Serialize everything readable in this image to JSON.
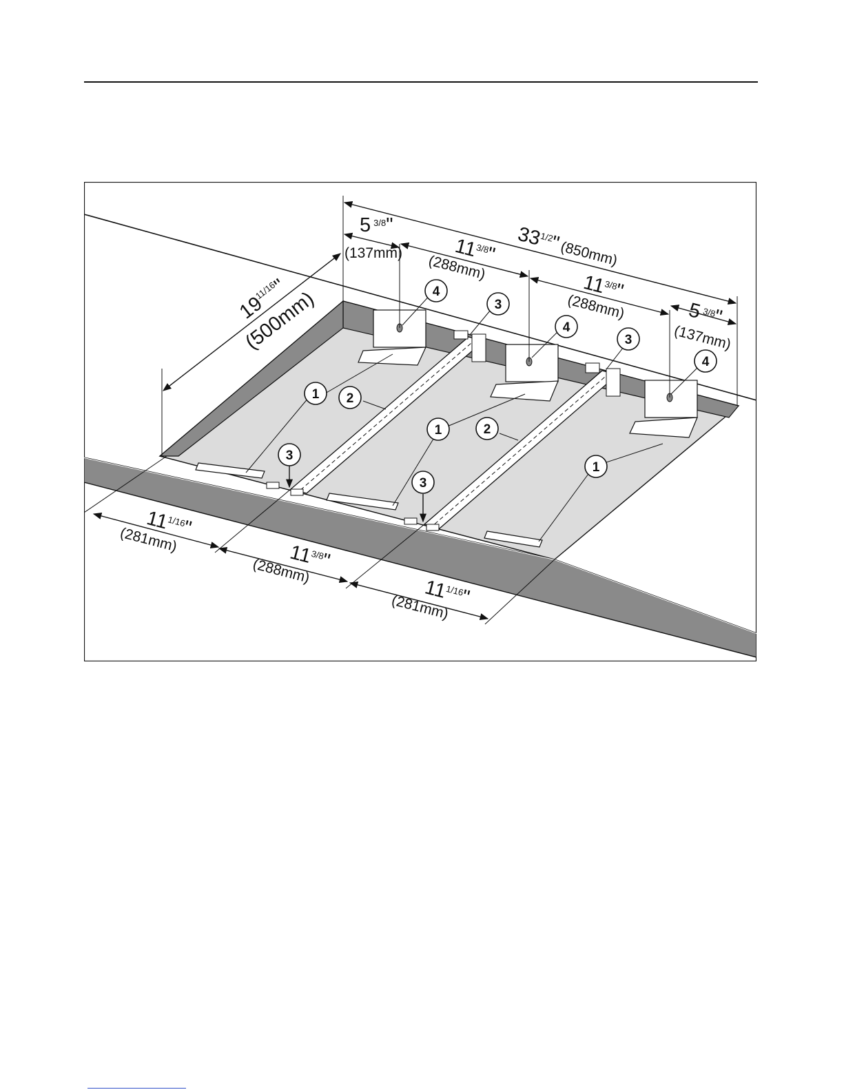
{
  "figure": {
    "dimensions": {
      "overall_width": {
        "inch": "33",
        "frac": "1/2",
        "quote": "\"",
        "mm": "(850mm)"
      },
      "left_edge_top": {
        "inch": "5",
        "frac": "3/8",
        "quote": "\"",
        "mm": "(137mm)"
      },
      "mid_top_1": {
        "inch": "11",
        "frac": "3/8",
        "quote": "\"",
        "mm": "(288mm)"
      },
      "mid_top_2": {
        "inch": "11",
        "frac": "3/8",
        "quote": "\"",
        "mm": "(288mm)"
      },
      "right_edge_top": {
        "inch": "5",
        "frac": "3/8",
        "quote": "\"",
        "mm": "(137mm)"
      },
      "depth": {
        "inch": "19",
        "frac": "11/16",
        "quote": "\"",
        "mm": "(500mm)"
      },
      "front_left": {
        "inch": "11",
        "frac": "1/16",
        "quote": "\"",
        "mm": "(281mm)"
      },
      "front_mid": {
        "inch": "11",
        "frac": "3/8",
        "quote": "\"",
        "mm": "(288mm)"
      },
      "front_right": {
        "inch": "11",
        "frac": "1/16",
        "quote": "\"",
        "mm": "(281mm)"
      }
    },
    "callouts": {
      "one": "1",
      "two": "2",
      "three": "3",
      "four": "4"
    },
    "colors": {
      "line": "#111111",
      "counter_side": "#8a8a8a",
      "cutout_floor": "#dcdcdc",
      "paper": "#ffffff"
    }
  }
}
